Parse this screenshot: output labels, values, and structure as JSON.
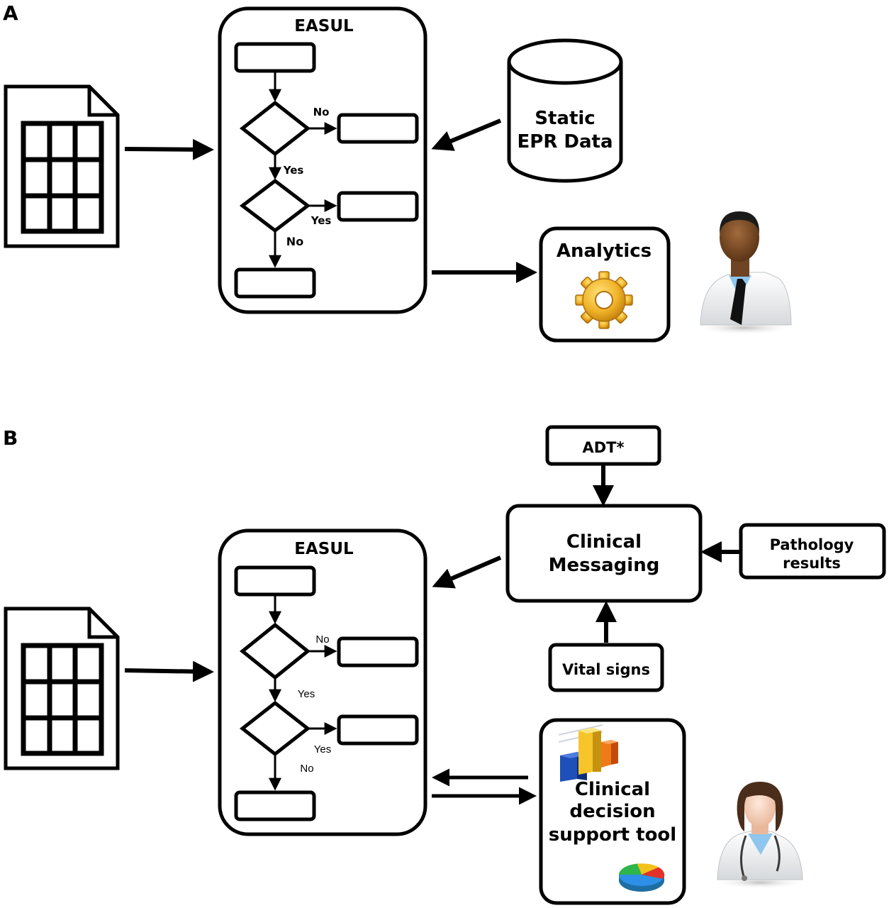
{
  "panelA": {
    "panel_label": "A",
    "easul_title": "EASUL",
    "flow_labels": {
      "no1": "No",
      "yes1": "Yes",
      "yes2": "Yes",
      "no2": "No"
    },
    "epr_line1": "Static",
    "epr_line2": "EPR Data",
    "analytics_title": "Analytics"
  },
  "panelB": {
    "panel_label": "B",
    "easul_title": "EASUL",
    "flow_labels": {
      "no1": "No",
      "yes1": "Yes",
      "yes2": "Yes",
      "no2": "No"
    },
    "adt": "ADT*",
    "clinical_messaging_line1": "Clinical",
    "clinical_messaging_line2": "Messaging",
    "pathology_line1": "Pathology",
    "pathology_line2": "results",
    "vital_signs": "Vital signs",
    "cdst_line1": "Clinical",
    "cdst_line2": "decision",
    "cdst_line3": "support tool"
  },
  "icons": [
    "spreadsheet-document-icon",
    "database-cylinder-icon",
    "gear-icon",
    "male-doctor-icon",
    "bar-chart-3d-icon",
    "pie-chart-3d-icon",
    "female-doctor-icon"
  ]
}
